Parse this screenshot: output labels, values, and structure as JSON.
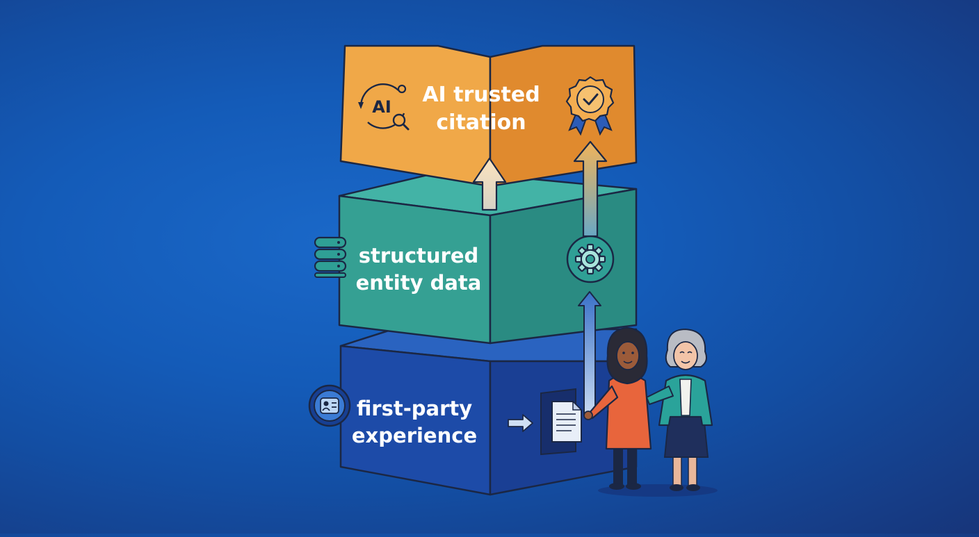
{
  "diagram": {
    "layers": [
      {
        "id": "top",
        "line1": "AI trusted",
        "line2": "citation",
        "icon_left": "ai-search-cycle-icon",
        "icon_right": "award-badge-icon",
        "color": "#ec9a3c"
      },
      {
        "id": "middle",
        "line1": "structured",
        "line2": "entity data",
        "icon_left": "database-icon",
        "icon_right": "gear-icon",
        "color": "#2f9f95"
      },
      {
        "id": "bottom",
        "line1": "first-party",
        "line2": "experience",
        "icon_left": "user-profile-badge-icon",
        "icon_right": "document-icon",
        "color": "#1d4ba8"
      }
    ],
    "icon_text": {
      "ai_label": "AI"
    },
    "figures": [
      "person-hijab-figure",
      "person-elderly-figure"
    ],
    "colors": {
      "background": "#1458b8",
      "orange": "#ec9a3c",
      "teal": "#2f9f95",
      "blue": "#1d4ba8",
      "outline": "#1b2744"
    }
  }
}
